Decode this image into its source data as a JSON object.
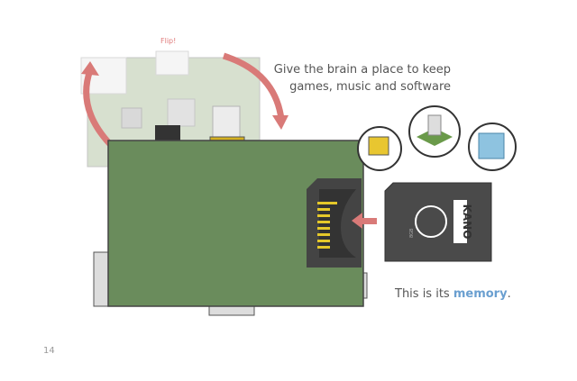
{
  "flip_label": "Flip!",
  "caption_top": {
    "line1": "Give the brain a place to keep",
    "line2": "games, music and software"
  },
  "caption_bottom": {
    "prefix": "This is its ",
    "highlight": "memory",
    "suffix": "."
  },
  "sd_card": {
    "brand": "KANO",
    "capacity": "8GB"
  },
  "page_number": "14",
  "colors": {
    "board": "#6a8c5c",
    "arrow": "#d97a78",
    "memory": "#6a9fd0"
  }
}
